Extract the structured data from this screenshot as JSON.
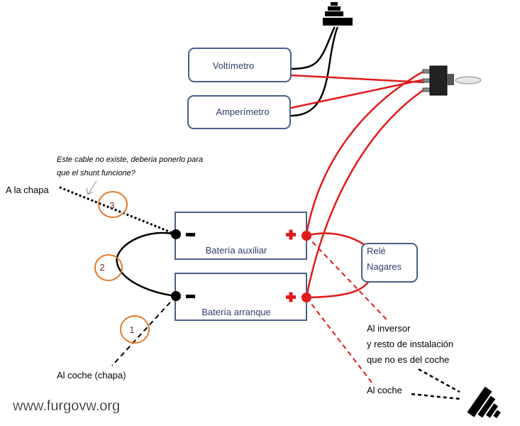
{
  "boxes": {
    "voltimetro": "Voltímetro",
    "amperimetro": "Amperímetro",
    "bateria_auxiliar": "Batería auxiliar",
    "bateria_arranque": "Batería arranque",
    "rele_line1": "Relé",
    "rele_line2": "Nagares"
  },
  "labels": {
    "a_la_chapa": "A la chapa",
    "al_coche_chapa": "Al coche (chapa)",
    "al_inversor_1": "Al inversor",
    "al_inversor_2": "y resto de instalación",
    "al_inversor_3": "que no es del coche",
    "al_coche": "Al coche",
    "note_1": "Este cable no existe, deberia ponerlo para",
    "note_2": "que el shunt funcione?"
  },
  "markers": [
    "1",
    "2",
    "3"
  ],
  "watermark": "www.furgovw.org",
  "colors": {
    "box_border": "#4a5f8a",
    "box_text": "#2f3f6a",
    "positive_wire": "#e01b1b",
    "negative_wire": "#000000",
    "marker_circle": "#e07b2a",
    "marker_text": "#7a2a2a"
  }
}
